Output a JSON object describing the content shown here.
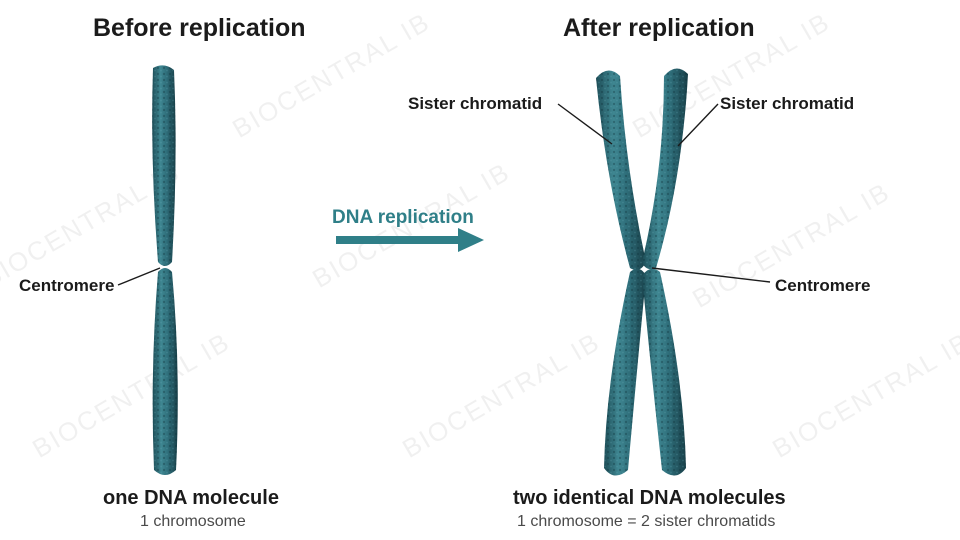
{
  "titles": {
    "before": "Before replication",
    "after": "After replication"
  },
  "arrow": {
    "label": "DNA replication",
    "color": "#2f7f88"
  },
  "labels": {
    "centromere_left": "Centromere",
    "sister_left": "Sister chromatid",
    "sister_right": "Sister chromatid",
    "centromere_right": "Centromere"
  },
  "captions": {
    "before_main": "one DNA molecule",
    "before_sub": "1 chromosome",
    "after_main": "two identical DNA molecules",
    "after_sub": "1 chromosome = 2 sister chromatids"
  },
  "watermark": "BIOCENTRAL IB",
  "colors": {
    "chromosome": "#2f6f7b",
    "chromosome_dark": "#1d4d57",
    "chromosome_light": "#4f98a3"
  }
}
